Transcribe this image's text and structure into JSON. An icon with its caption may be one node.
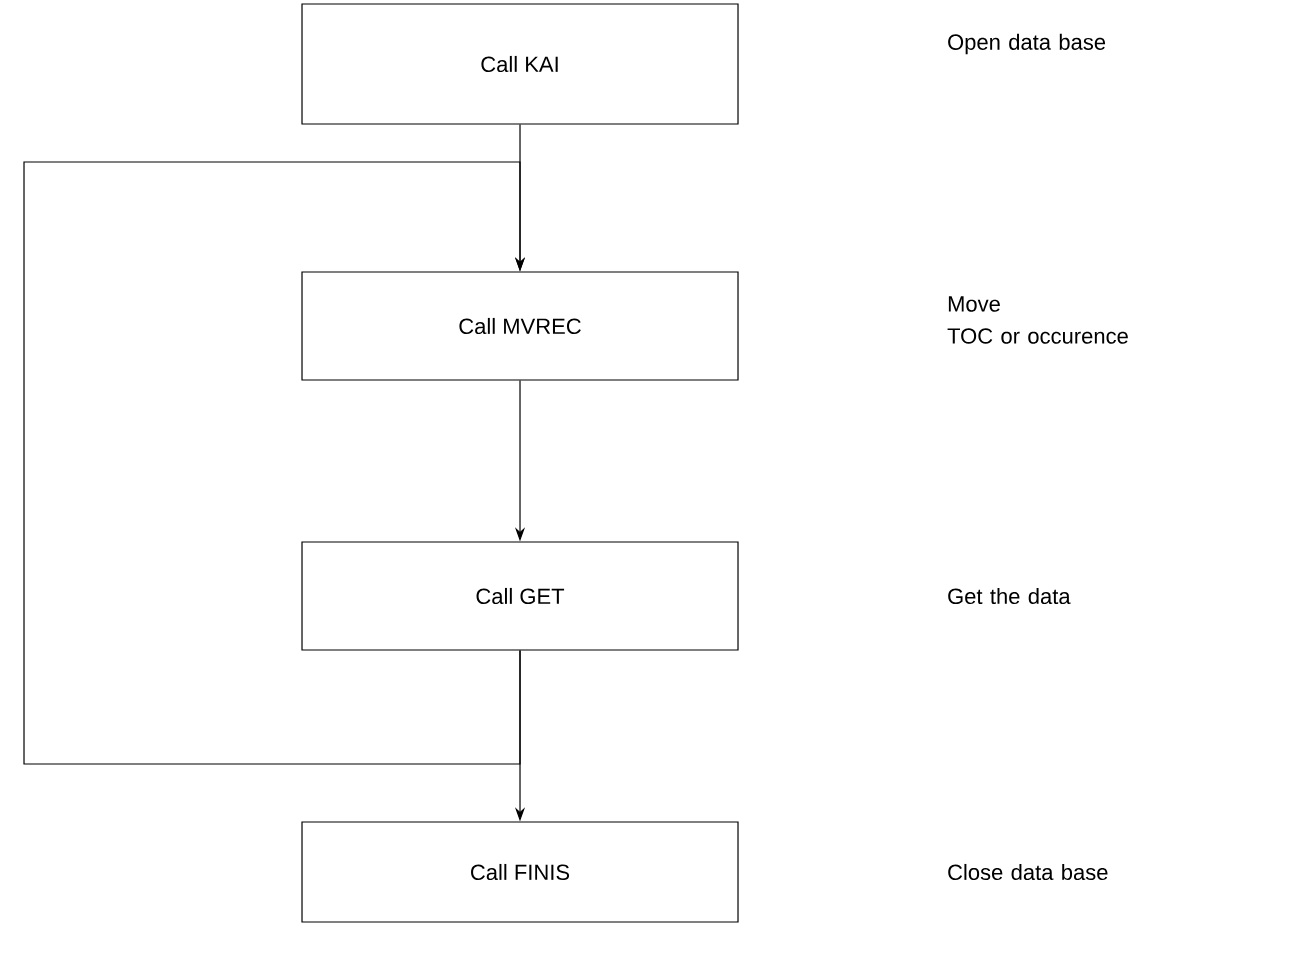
{
  "diagram": {
    "nodes": [
      {
        "text": [
          "Call KAI"
        ]
      },
      {
        "text": [
          "Call MVREC"
        ]
      },
      {
        "text": [
          "Call GET"
        ]
      },
      {
        "text": [
          "Call FINIS"
        ]
      }
    ],
    "edges": [
      {
        "from": 0,
        "to": 1,
        "arrow": "to"
      },
      {
        "from": 1,
        "to": 2,
        "arrow": "to"
      },
      {
        "from": 2,
        "to": 3,
        "arrow": "to"
      },
      {
        "from": 2,
        "to": 1,
        "arrow": "to"
      }
    ],
    "labels": [
      "Open data base",
      "Move",
      "TOC or occurence",
      "Get the data",
      "Close data base"
    ]
  }
}
